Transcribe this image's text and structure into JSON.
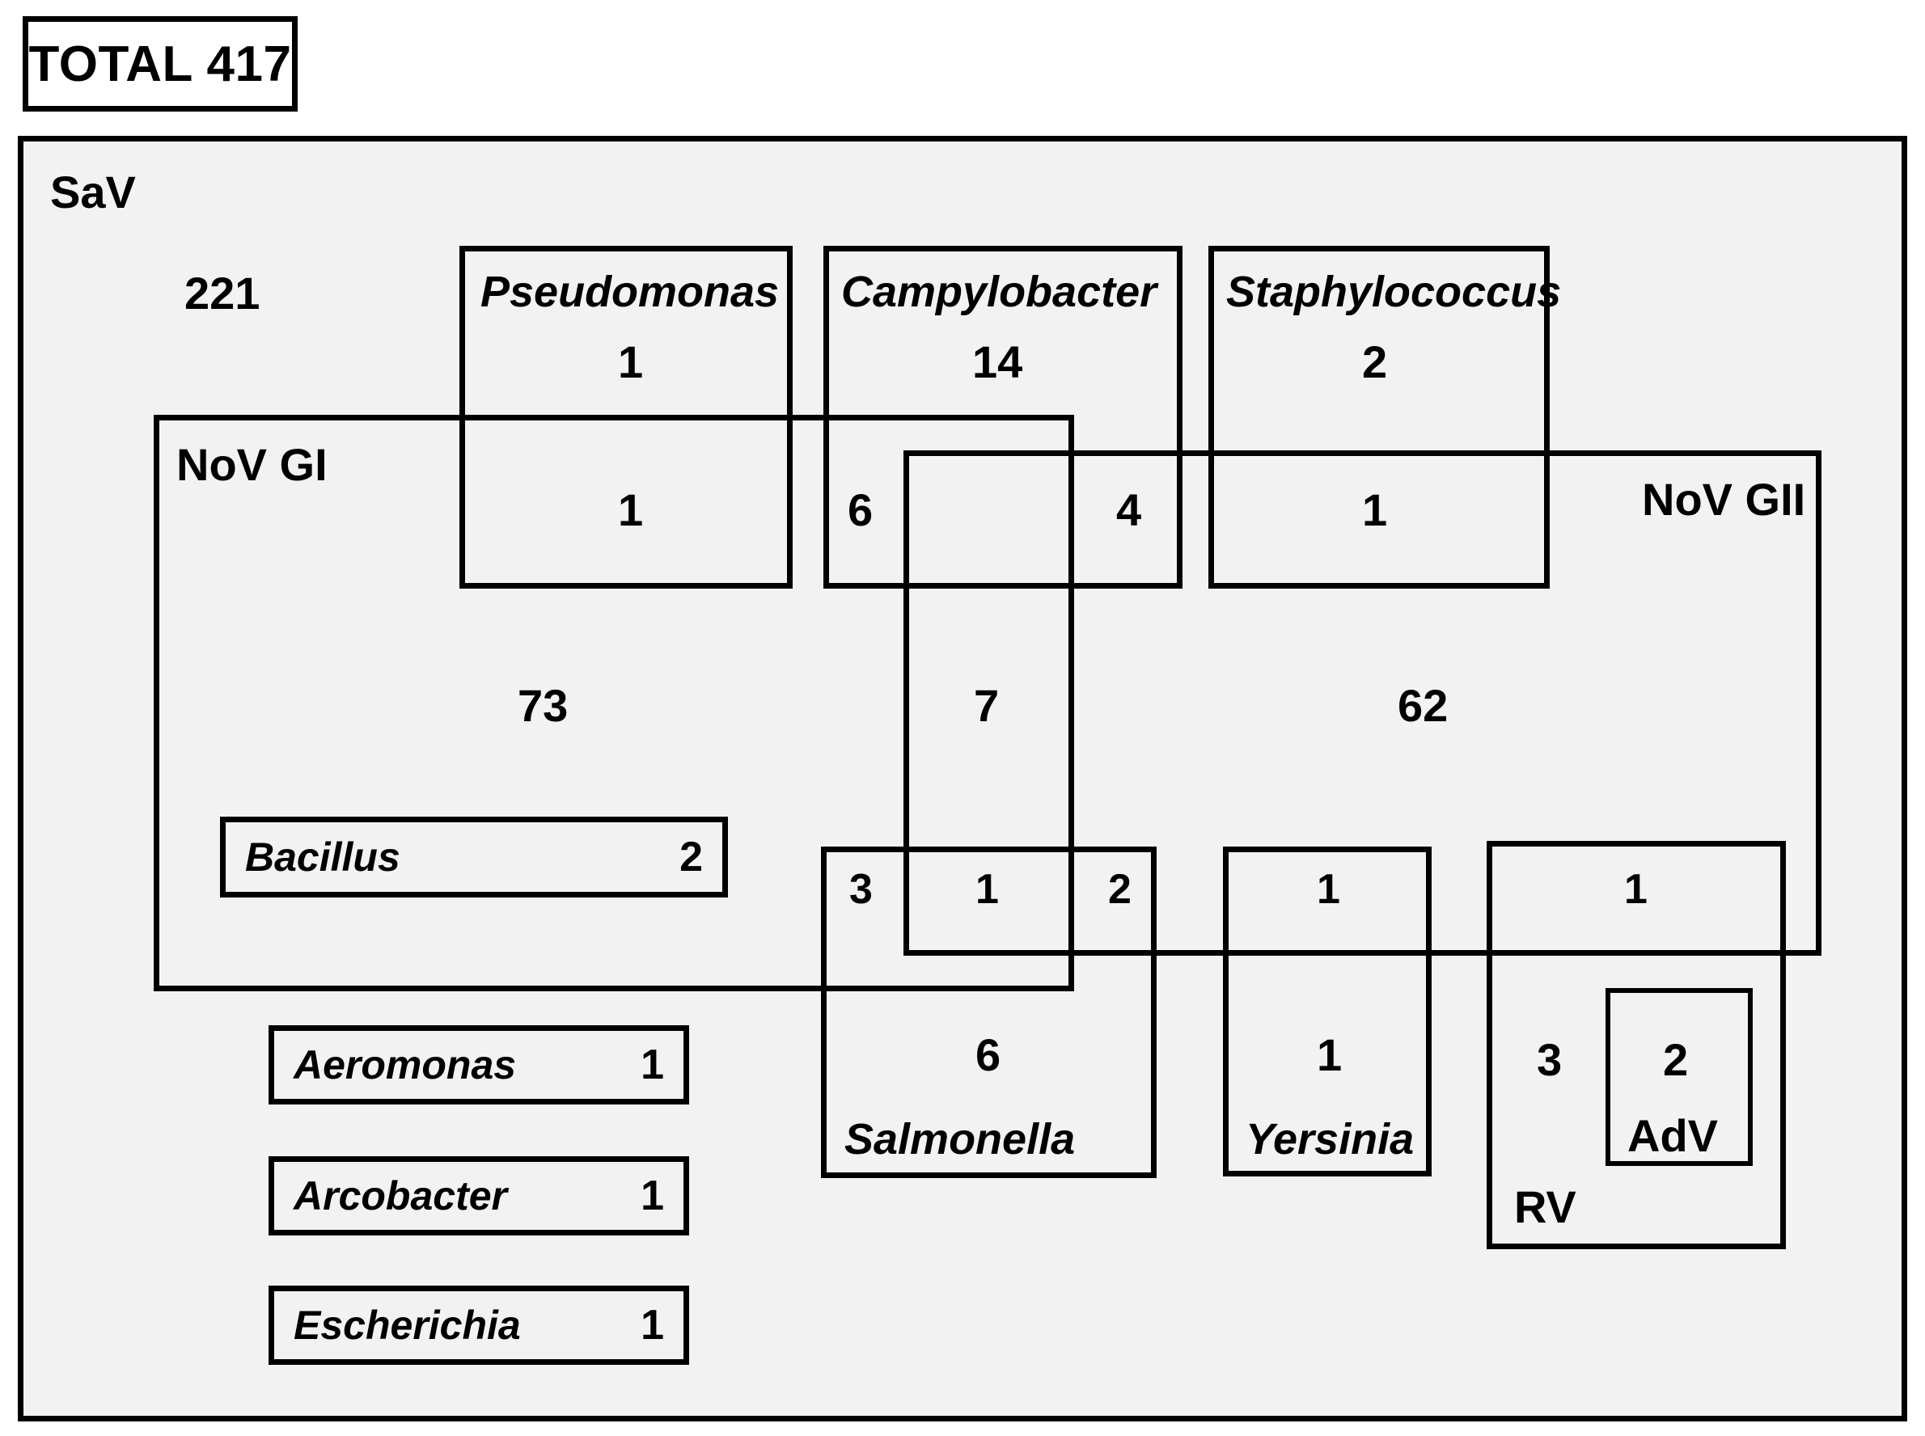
{
  "diagram": {
    "total_label": "TOTAL 417",
    "outer_set_label": "SaV",
    "outer_set_count": "221",
    "novgi_label": "NoV GI",
    "novgi_count": "73",
    "novgii_label": "NoV GII",
    "novgii_count": "62",
    "mid_vert_count": "7",
    "genus_boxes": [
      {
        "name": "Pseudomonas",
        "top_count": "1",
        "bottom_count": "1"
      },
      {
        "name": "Campylobacter",
        "top_count": "14",
        "left_count": "6",
        "right_count": "4"
      },
      {
        "name": "Staphylococcus",
        "top_count": "2",
        "bottom_count": "1"
      }
    ],
    "salmonella": {
      "name": "Salmonella",
      "left_count": "3",
      "center_count": "1",
      "right_count": "2",
      "main_count": "6"
    },
    "yersinia": {
      "name": "Yersinia",
      "top_count": "1",
      "main_count": "1"
    },
    "rv": {
      "name": "RV",
      "top_count": "1",
      "main_count": "3"
    },
    "adv": {
      "name": "AdV",
      "count": "2"
    },
    "simple_boxes": [
      {
        "name": "Bacillus",
        "count": "2"
      },
      {
        "name": "Aeromonas",
        "count": "1"
      },
      {
        "name": "Arcobacter",
        "count": "1"
      },
      {
        "name": "Escherichia",
        "count": "1"
      }
    ]
  },
  "colors": {
    "fill": "#f2f2f2",
    "stroke": "#000000",
    "page": "#ffffff"
  }
}
